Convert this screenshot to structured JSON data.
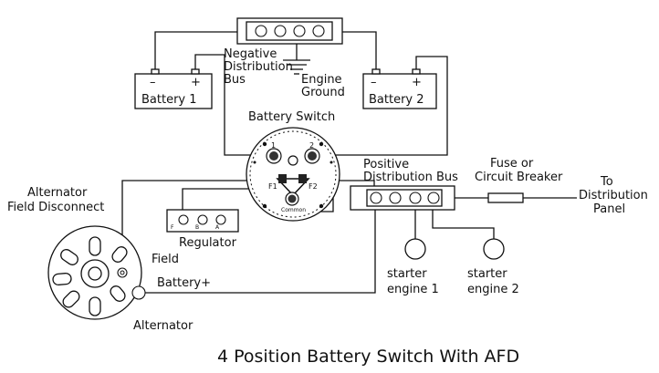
{
  "labels": {
    "negative_bus": [
      "Negative",
      "Distribution",
      "Bus"
    ],
    "engine_ground": [
      "Engine",
      "Ground"
    ],
    "battery1": "Battery 1",
    "battery2": "Battery 2",
    "battery_switch": "Battery Switch",
    "positive_bus": [
      "Positive",
      "Distribution Bus"
    ],
    "fuse": [
      "Fuse or",
      "Circuit Breaker"
    ],
    "to_panel": [
      "To",
      "Distribution",
      "Panel"
    ],
    "afd": [
      "Alternator",
      "Field Disconnect"
    ],
    "regulator": "Regulator",
    "reg_terminals": [
      "F",
      "B",
      "A"
    ],
    "field": "Field",
    "battery_plus": "Battery+",
    "alternator": "Alternator",
    "starter1": [
      "starter",
      "engine 1"
    ],
    "starter2": [
      "starter",
      "engine 2"
    ],
    "switch_terminals": {
      "t1": "1",
      "t2": "2",
      "f1": "F1",
      "f2": "F2",
      "common": "Common"
    },
    "polarity": {
      "neg": "–",
      "pos": "+"
    }
  },
  "caption": "4 Position Battery Switch With AFD"
}
